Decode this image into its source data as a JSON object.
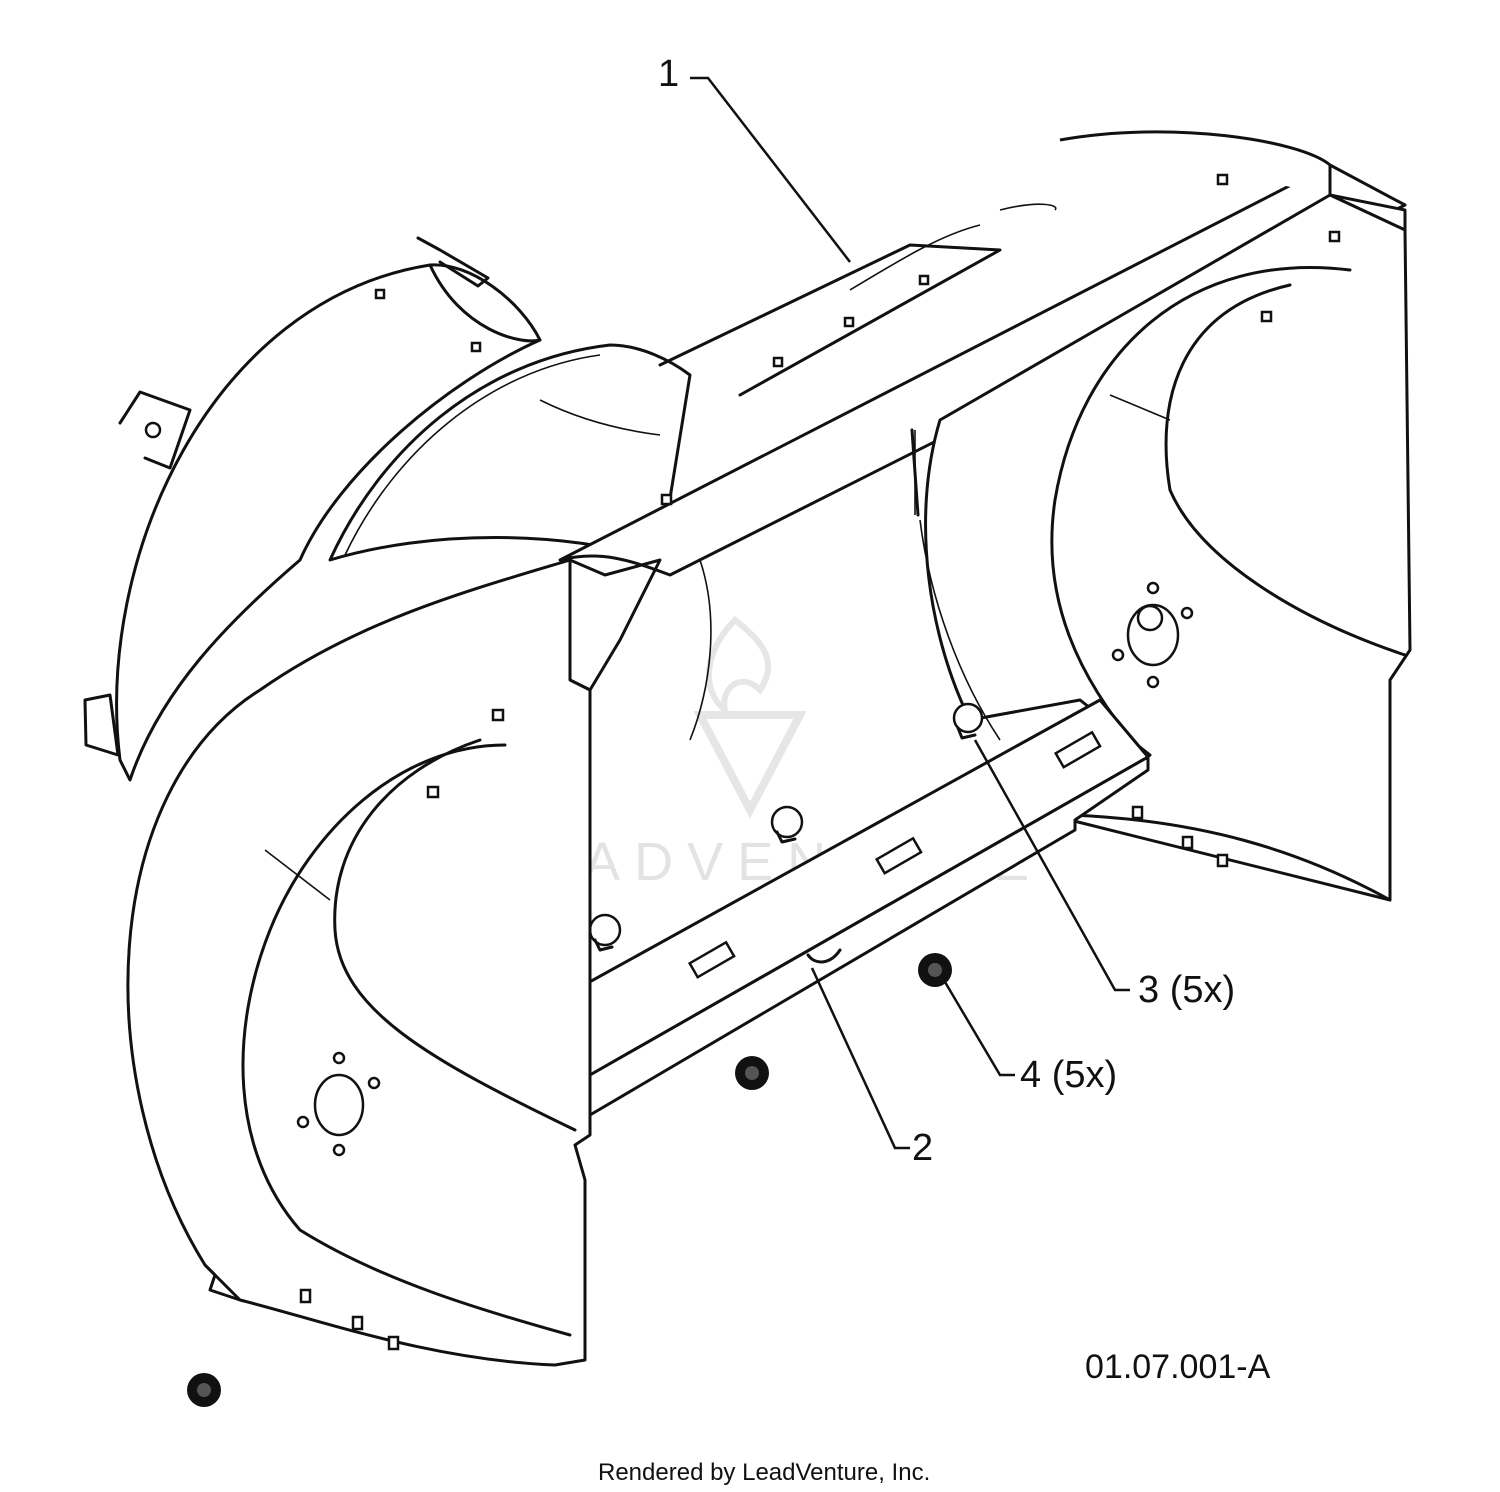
{
  "callouts": {
    "c1": "1",
    "c2": "2",
    "c3": "3 (5x)",
    "c4": "4 (5x)"
  },
  "figure_id": "01.07.001-A",
  "watermark": "LEADVENTURE",
  "credit": "Rendered by LeadVenture, Inc."
}
